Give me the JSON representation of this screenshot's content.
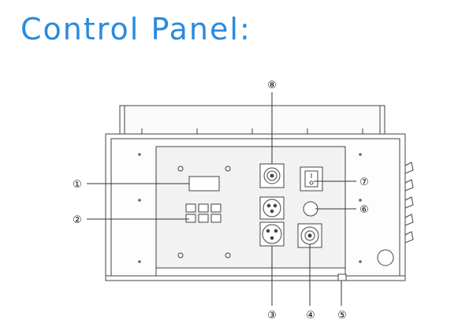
{
  "page": {
    "title": "Control Panel:"
  },
  "callouts": [
    {
      "id": "1",
      "label": "①"
    },
    {
      "id": "2",
      "label": "②"
    },
    {
      "id": "3",
      "label": "③"
    },
    {
      "id": "4",
      "label": "④"
    },
    {
      "id": "5",
      "label": "⑤"
    },
    {
      "id": "6",
      "label": "⑥"
    },
    {
      "id": "7",
      "label": "⑦"
    },
    {
      "id": "8",
      "label": "⑧"
    }
  ],
  "colors": {
    "title": "#2a8ae0",
    "line": "#444444",
    "panel_fill": "#f2f2f2"
  }
}
